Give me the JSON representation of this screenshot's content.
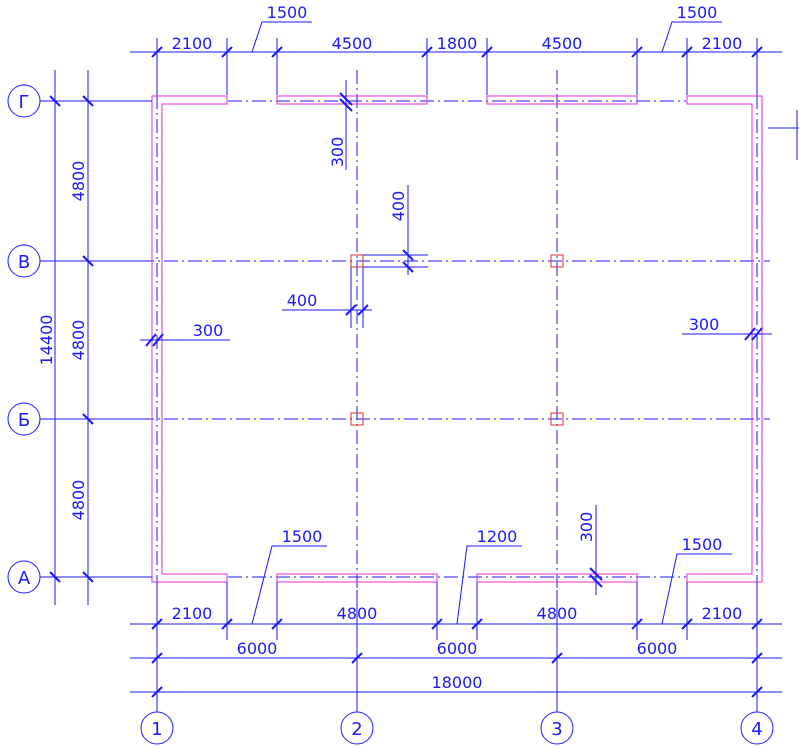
{
  "axes": {
    "columns": [
      "1",
      "2",
      "3",
      "4"
    ],
    "rows": [
      "А",
      "Б",
      "В",
      "Г"
    ]
  },
  "top_dims": {
    "segments": [
      "2100",
      "4500",
      "1800",
      "4500",
      "2100"
    ],
    "openings": [
      "1500",
      "1500"
    ]
  },
  "bottom_dims": {
    "segments": [
      "2100",
      "4800",
      "4800",
      "2100"
    ],
    "openings": [
      "1500",
      "1200",
      "1500"
    ],
    "bays": [
      "6000",
      "6000",
      "6000"
    ],
    "total": "18000"
  },
  "left_dims": {
    "bays": [
      "4800",
      "4800",
      "4800"
    ],
    "total": "14400"
  },
  "details": {
    "top_wall": "300",
    "column_size_v": "400",
    "column_size_h": "400",
    "left_wall": "300",
    "right_wall": "300",
    "bottom_wall": "300"
  },
  "colors": {
    "lines": "#1a1aff",
    "walls": "#e22ee2",
    "columns": "#e03030"
  }
}
